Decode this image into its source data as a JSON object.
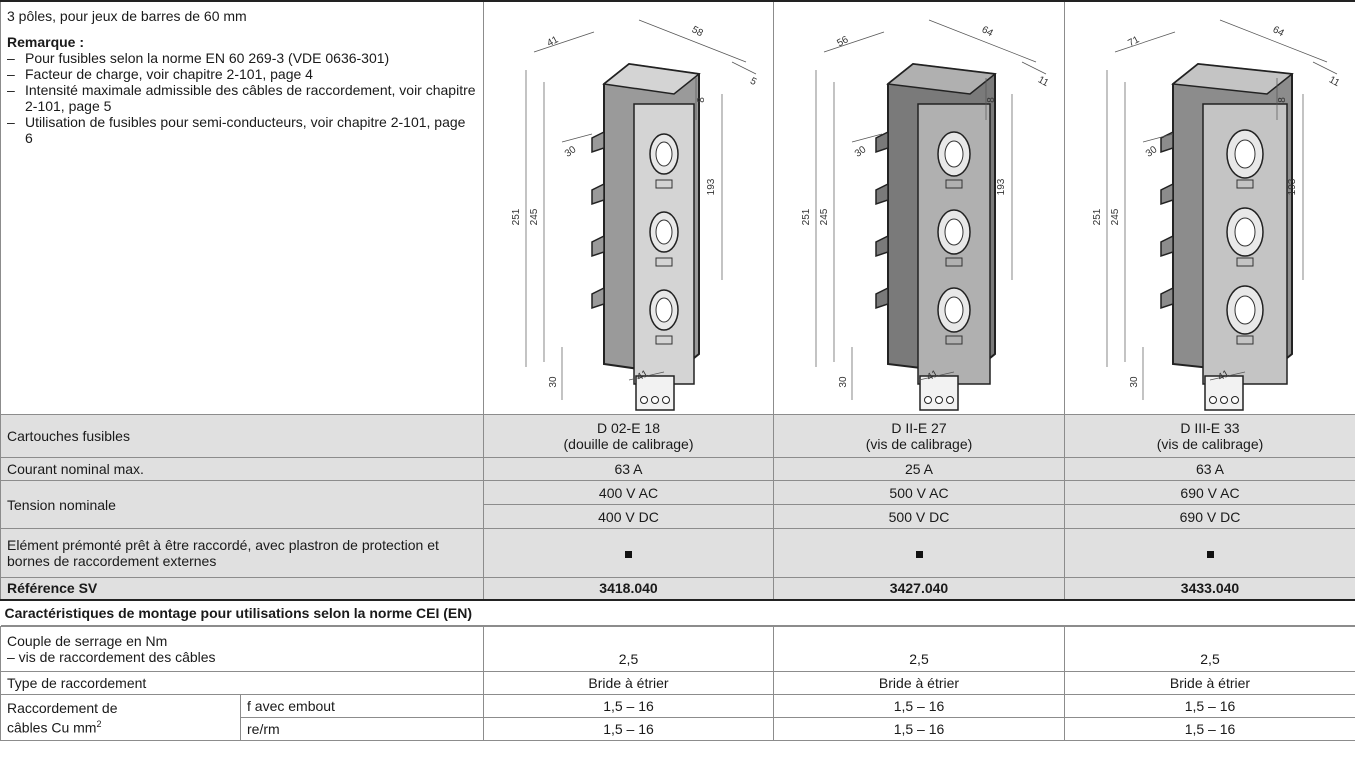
{
  "description": {
    "title": "3 pôles, pour jeux de barres de 60 mm",
    "remark_label": "Remarque :",
    "remarks": [
      "Pour fusibles selon la norme EN 60 269-3 (VDE 0636-301)",
      "Facteur de charge, voir chapitre 2-101, page 4",
      "Intensité maximale admissible des câbles de raccordement, voir chapitre 2-101, page 5",
      "Utilisation de fusibles pour semi-conducteurs, voir chapitre 2-101, page 6"
    ]
  },
  "drawings": [
    {
      "w": "41",
      "d": "58",
      "t": "5",
      "h_total": "251",
      "h_inner": "245",
      "h_mid": "193",
      "off": "8",
      "ang": "30",
      "base_h": "30",
      "base_w": "41"
    },
    {
      "w": "56",
      "d": "64",
      "t": "11",
      "h_total": "251",
      "h_inner": "245",
      "h_mid": "193",
      "off": "8",
      "ang": "30",
      "base_h": "30",
      "base_w": "41"
    },
    {
      "w": "71",
      "d": "64",
      "t": "11",
      "h_total": "251",
      "h_inner": "245",
      "h_mid": "193",
      "off": "8",
      "ang": "30",
      "base_h": "30",
      "base_w": "41"
    }
  ],
  "spec_table": {
    "rows": [
      {
        "label": "Cartouches fusibles",
        "values": [
          [
            "D 02-E 18",
            "(douille de calibrage)"
          ],
          [
            "D II-E 27",
            "(vis de calibrage)"
          ],
          [
            "D III-E 33",
            "(vis de calibrage)"
          ]
        ]
      },
      {
        "label": "Courant nominal max.",
        "values": [
          "63 A",
          "25 A",
          "63 A"
        ]
      },
      {
        "label": "Tension nominale",
        "ac": [
          "400 V AC",
          "500 V AC",
          "690 V AC"
        ],
        "dc": [
          "400 V DC",
          "500 V DC",
          "690 V DC"
        ]
      },
      {
        "label": "Elément prémonté prêt à être raccordé, avec plastron de protection et bornes de raccordement externes"
      },
      {
        "label": "Référence SV",
        "values": [
          "3418.040",
          "3427.040",
          "3433.040"
        ]
      }
    ]
  },
  "mounting": {
    "heading": "Caractéristiques de montage pour utilisations selon la norme CEI (EN)",
    "torque_label_1": "Couple de serrage en Nm",
    "torque_label_2": "– vis de raccordement des câbles",
    "torque_values": [
      "2,5",
      "2,5",
      "2,5"
    ],
    "type_label": "Type de raccordement",
    "type_values": [
      "Bride à étrier",
      "Bride à étrier",
      "Bride à étrier"
    ],
    "cable_label_1": "Raccordement de",
    "cable_label_2": "câbles Cu mm",
    "cable_sup": "2",
    "sub_f": "f avec embout",
    "sub_re": "re/rm",
    "f_values": [
      "1,5 – 16",
      "1,5 – 16",
      "1,5 – 16"
    ],
    "re_values": [
      "1,5 – 16",
      "1,5 – 16",
      "1,5 – 16"
    ]
  }
}
